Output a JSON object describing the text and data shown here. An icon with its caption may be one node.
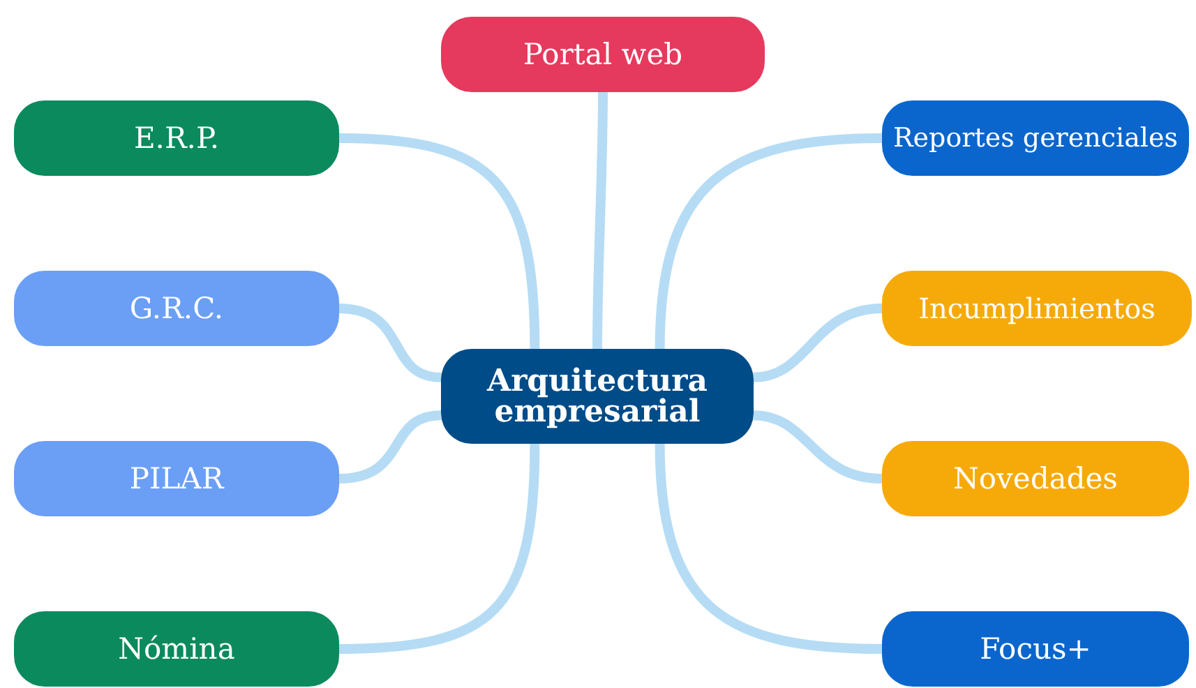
{
  "diagram": {
    "nodes": [
      {
        "text": [
          "Portal web"
        ]
      },
      {
        "text": [
          "E.R.P."
        ]
      },
      {
        "text": [
          "Reportes gerenciales"
        ]
      },
      {
        "text": [
          "G.R.C."
        ]
      },
      {
        "text": [
          "Incumplimientos"
        ]
      },
      {
        "text": [
          "Arquitectura empresarial"
        ]
      },
      {
        "text": [
          "PILAR"
        ]
      },
      {
        "text": [
          "Novedades"
        ]
      },
      {
        "text": [
          "Nómina"
        ]
      },
      {
        "text": [
          "Focus+"
        ]
      }
    ],
    "edges": [
      {
        "from": 5,
        "to": 0,
        "arrow": "none"
      },
      {
        "from": 5,
        "to": 1,
        "arrow": "none"
      },
      {
        "from": 5,
        "to": 2,
        "arrow": "none"
      },
      {
        "from": 5,
        "to": 3,
        "arrow": "none"
      },
      {
        "from": 5,
        "to": 4,
        "arrow": "none"
      },
      {
        "from": 5,
        "to": 6,
        "arrow": "none"
      },
      {
        "from": 5,
        "to": 7,
        "arrow": "none"
      },
      {
        "from": 5,
        "to": 8,
        "arrow": "none"
      },
      {
        "from": 5,
        "to": 9,
        "arrow": "none"
      }
    ]
  }
}
